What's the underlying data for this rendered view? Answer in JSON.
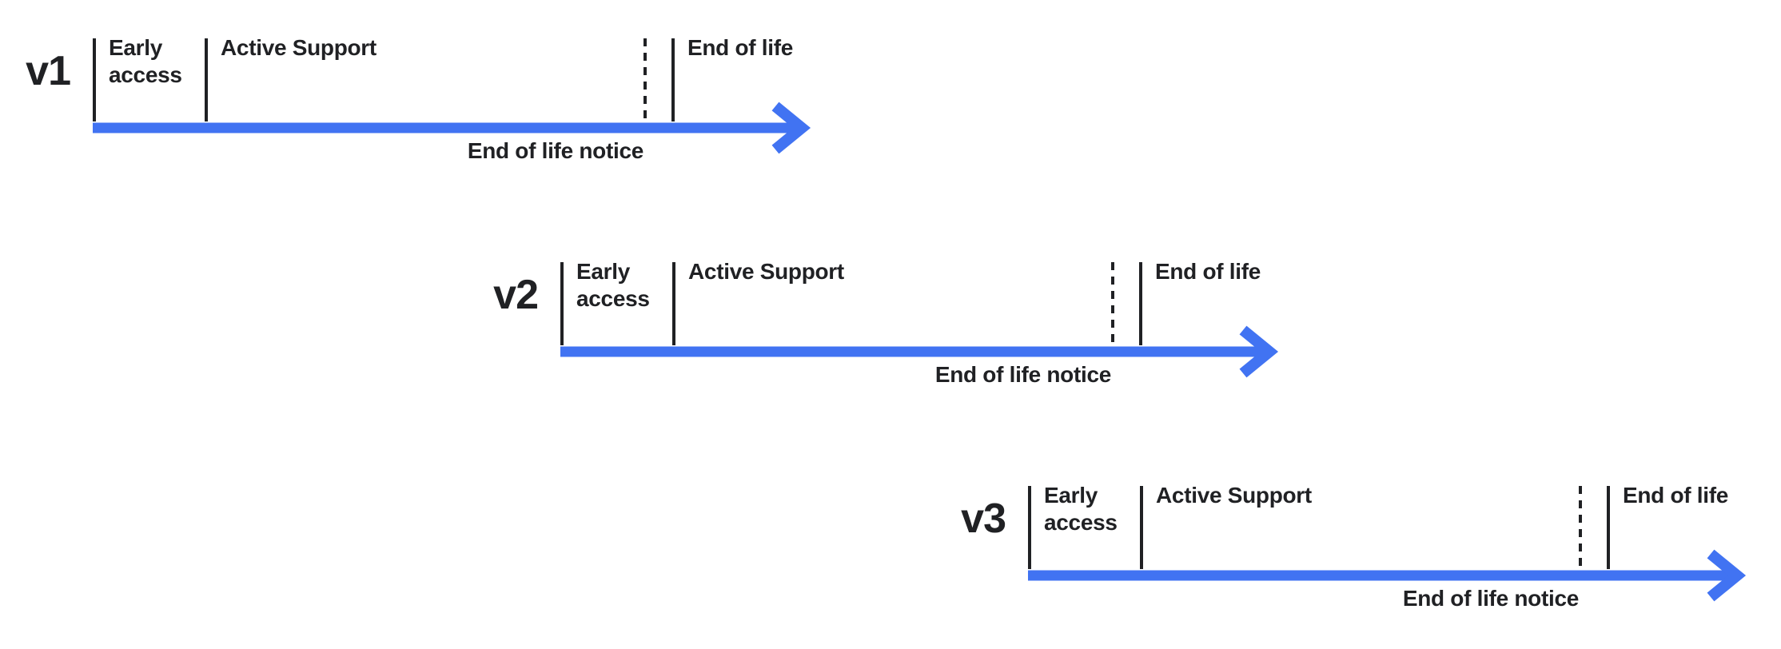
{
  "colors": {
    "accent": "#4173F2",
    "ink": "#202124"
  },
  "rows": [
    {
      "version": "v1",
      "phases": {
        "early": "Early access",
        "active": "Active Support",
        "eol": "End of life"
      },
      "notice": "End of life notice"
    },
    {
      "version": "v2",
      "phases": {
        "early": "Early access",
        "active": "Active Support",
        "eol": "End of life"
      },
      "notice": "End of life notice"
    },
    {
      "version": "v3",
      "phases": {
        "early": "Early access",
        "active": "Active Support",
        "eol": "End of life"
      },
      "notice": "End of life notice"
    }
  ]
}
